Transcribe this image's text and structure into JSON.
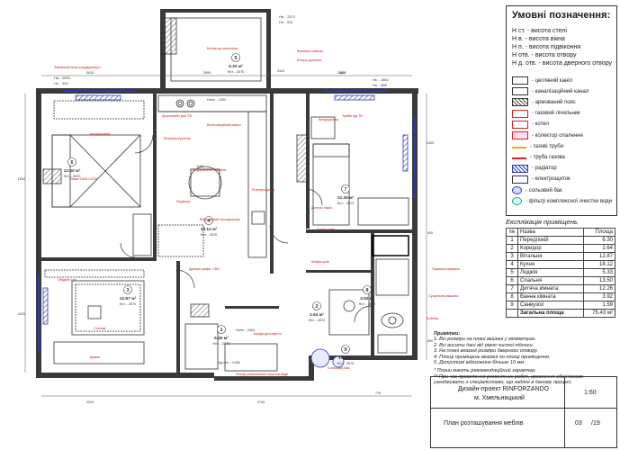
{
  "legend": {
    "title": "Умовні позначення:",
    "heights": [
      "H ст. - висота стелі",
      "H в. - висота вікна",
      "H п. - висота підвіконня",
      "H отв. - висота отвору",
      "H д. отв. - висота дверного отвору"
    ],
    "symbols": [
      {
        "label": "- цегляний каніл",
        "icon": "brick-wall-icon"
      },
      {
        "label": "- каналізаційний канал",
        "icon": "sewer-channel-icon"
      },
      {
        "label": "- армований пояс",
        "icon": "reinforced-belt-icon"
      },
      {
        "label": "- газовий лічильник",
        "icon": "gas-meter-icon"
      },
      {
        "label": "- котел",
        "icon": "boiler-icon"
      },
      {
        "label": "- колектор опалення",
        "icon": "heating-collector-icon"
      },
      {
        "label": "- газові труби",
        "icon": "gas-pipe-icon"
      },
      {
        "label": "- труба газова",
        "icon": "gas-tube-icon"
      },
      {
        "label": "- радіатор",
        "icon": "radiator-icon"
      },
      {
        "label": "- електрощиток",
        "icon": "electric-panel-icon"
      },
      {
        "label": "- сольовий бак",
        "icon": "salt-tank-icon"
      },
      {
        "label": "- фільтр комплексної очистки води",
        "icon": "water-filter-icon"
      }
    ]
  },
  "explication": {
    "title": "Експлікація приміщень",
    "header": {
      "num": "№",
      "name": "Назва",
      "area": "Площа"
    },
    "rooms": [
      {
        "num": "1",
        "name": "Передпокій",
        "area": "6.30"
      },
      {
        "num": "2",
        "name": "Коридор",
        "area": "2.64"
      },
      {
        "num": "3",
        "name": "Вітальня",
        "area": "12.87"
      },
      {
        "num": "4",
        "name": "Кухня",
        "area": "18.12"
      },
      {
        "num": "5",
        "name": "Лоджія",
        "area": "5.33"
      },
      {
        "num": "6",
        "name": "Спальня",
        "area": "13.50"
      },
      {
        "num": "7",
        "name": "Дитяча кімната",
        "area": "12.26"
      },
      {
        "num": "8",
        "name": "Ванна кімната",
        "area": "3.92"
      },
      {
        "num": "9",
        "name": "Санвузол",
        "area": "1.59"
      }
    ],
    "total_label": "Загальна площа",
    "total_area": "75.43 м²"
  },
  "notes": {
    "title": "Примітки:",
    "lines": [
      "1. Всі розміри на плані вказані у міліметрах.",
      "2. Всі висоти дані від рівня чистої підлоги.",
      "3. На плані вказані розміри дверного отвору.",
      "4. Площі приміщень вказані по площі приміщення.",
      "5. Допустимі відхилення більше 10 мм.",
      "* Плани мають рекомендаційний характер.",
      "** При час проведення ремонтних робіт, креслення обов'язково",
      "узгоджувати з спеціалістами, що задіяні в даному процесі."
    ]
  },
  "title_block": {
    "project": "Дизайн-проект RINFORZANDO",
    "city": "м. Хмельницький",
    "scale": "1:60",
    "sheet_title": "План розташування меблів",
    "sheet_num": "03",
    "sheet_total": "/19"
  },
  "plan": {
    "rooms": [
      {
        "num": "6",
        "area": "13.50 м²",
        "h": "Hст. - 2670"
      },
      {
        "num": "4",
        "area": "18.12 м²",
        "h": "Hст. - 2670"
      },
      {
        "num": "7",
        "area": "12.26 м²",
        "h": "Hст. - 2670"
      },
      {
        "num": "3",
        "area": "12.87 м²",
        "h": "Hст. - 2670"
      },
      {
        "num": "1",
        "area": "6.30 м²",
        "h": "Hст. - 2670"
      },
      {
        "num": "2",
        "area": "2.64 м²",
        "h": "Hст. - 2670"
      },
      {
        "num": "8",
        "area": "3.92 м²",
        "h": "Hст. - 2670"
      },
      {
        "num": "5",
        "area": "5.33 м²",
        "h": "Hст. - 2670"
      },
      {
        "num": "9",
        "area": "1.59 м²",
        "h": "Hст. - 2670"
      }
    ],
    "heights": [
      "Hв. - 2373",
      "Hп. - 691",
      "Hв. - 2000",
      "Hп. - 400",
      "Hотв. - 2400",
      "Hв. - 1854",
      "Hп. - 868",
      "Hотв. - 2400",
      "Hд.отв. - 2156"
    ],
    "callouts": [
      "Колектор опалення",
      "Витяжка повітря",
      "Зовнішній блок кондиціонера",
      "Кондиціонер",
      "Вентиляційний канал",
      "Кондиціонер",
      "Штора-рулонна",
      "Кронштейн для ТВ",
      "Посудомийна машина",
      "Витяжка кухонна",
      "Електрощиток",
      "Радіатор",
      "Вбудований холодильник",
      "Духова шафа, СВЧ",
      "Шафа-купе",
      "Пральна машина",
      "Сушильна машина",
      "Бойлер",
      "Шафа для взуття",
      "Сольовий бак",
      "Фільтр комплексної очистки води",
      "Ліжко 1600×2000",
      "Дитяче ліжко",
      "Диван",
      "Обідній стіл",
      "Стелаж",
      "Тумба під ТВ",
      "Шафа-купе"
    ],
    "dims": [
      "3410",
      "2995",
      "1830",
      "1810",
      "4110",
      "3220",
      "2740",
      "1199",
      "776",
      "1420",
      "900",
      "690",
      "2400",
      "3110"
    ]
  }
}
